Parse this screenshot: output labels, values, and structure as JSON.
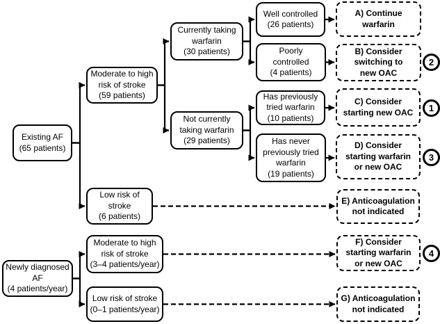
{
  "canvas": {
    "background": "#ffffff",
    "line_color": "#000000",
    "text_color": "#000000"
  },
  "nodes": {
    "existing_af": "Existing AF\n(65 patients)",
    "moderate_high_existing": "Moderate to high\nrisk of stroke\n(59 patients)",
    "low_risk_existing": "Low risk of\nstroke\n(6 patients)",
    "newly_diagnosed_af": "Newly diagnosed\nAF\n(4 patients/year)",
    "moderate_high_new": "Moderate to high\nrisk of stroke\n(3–4 patients/year)",
    "low_risk_new": "Low risk of stroke\n(0–1 patients/year)",
    "currently_taking_warfarin": "Currently taking\nwarfarin\n(30 patients)",
    "not_currently_taking_warfarin": "Not currently\ntaking warfarin\n(29 patients)",
    "well_controlled": "Well controlled\n(26 patients)",
    "poorly_controlled": "Poorly\ncontrolled\n(4 patients)",
    "previously_tried_warfarin": "Has previously\ntried warfarin\n(10 patients)",
    "never_tried_warfarin": "Has never\npreviously tried\nwarfarin\n(19 patients)"
  },
  "outcomes": {
    "a": "A) Continue\nwarfarin",
    "b": "B) Consider\nswitching to\nnew OAC",
    "c": "C) Consider\nstarting new OAC",
    "d": "D) Consider\nstarting warfarin\nor new OAC",
    "e": "E) Anticoagulation\nnot indicated",
    "f": "F) Consider\nstarting warfarin\nor new OAC",
    "g": "G) Anticoagulation\nnot indicated"
  },
  "badges": {
    "b": "2",
    "c": "1",
    "d": "3",
    "f": "4"
  }
}
